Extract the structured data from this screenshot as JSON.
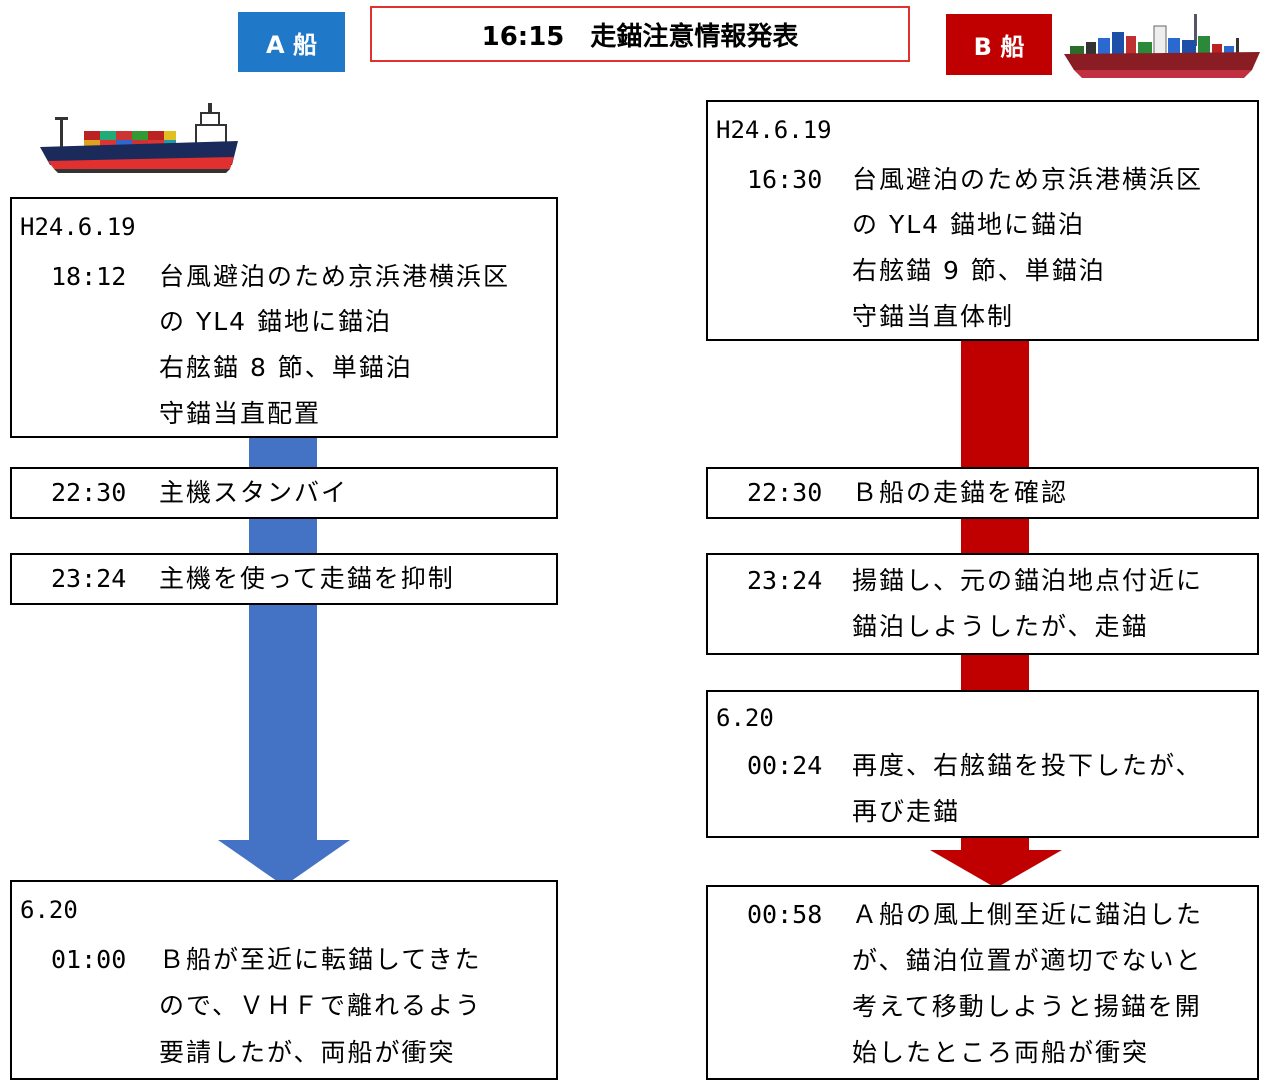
{
  "header": {
    "ship_a": "A 船",
    "title": "16:15　走錨注意情報発表",
    "ship_b": "B 船"
  },
  "colors": {
    "ship_a": "#4472c4",
    "ship_b": "#c00000",
    "title_border": "#e03030"
  },
  "ship_a": {
    "events": [
      {
        "date": "H24.6.19",
        "time": "18:12",
        "lines": [
          "台風避泊のため京浜港横浜区",
          "の YL4 錨地に錨泊",
          "右舷錨 8 節、単錨泊",
          "守錨当直配置"
        ]
      },
      {
        "time": "22:30",
        "lines": [
          "主機スタンバイ"
        ]
      },
      {
        "time": "23:24",
        "lines": [
          "主機を使って走錨を抑制"
        ]
      },
      {
        "date": "6.20",
        "time": "01:00",
        "lines": [
          "Ｂ船が至近に転錨してきた",
          "ので、ＶＨＦで離れるよう",
          "要請したが、両船が衝突"
        ]
      }
    ]
  },
  "ship_b": {
    "events": [
      {
        "date": "H24.6.19",
        "time": "16:30",
        "lines": [
          "台風避泊のため京浜港横浜区",
          "の YL4 錨地に錨泊",
          "右舷錨 9 節、単錨泊",
          "守錨当直体制"
        ]
      },
      {
        "time": "22:30",
        "lines": [
          "Ｂ船の走錨を確認"
        ]
      },
      {
        "time": "23:24",
        "lines": [
          "揚錨し、元の錨泊地点付近に",
          "錨泊しようしたが、走錨"
        ]
      },
      {
        "date": "6.20",
        "time": "00:24",
        "lines": [
          "再度、右舷錨を投下したが、",
          "再び走錨"
        ]
      },
      {
        "time": "00:58",
        "lines": [
          "Ａ船の風上側至近に錨泊した",
          "が、錨泊位置が適切でないと",
          "考えて移動しようと揚錨を開",
          "始したところ両船が衝突"
        ]
      }
    ]
  }
}
